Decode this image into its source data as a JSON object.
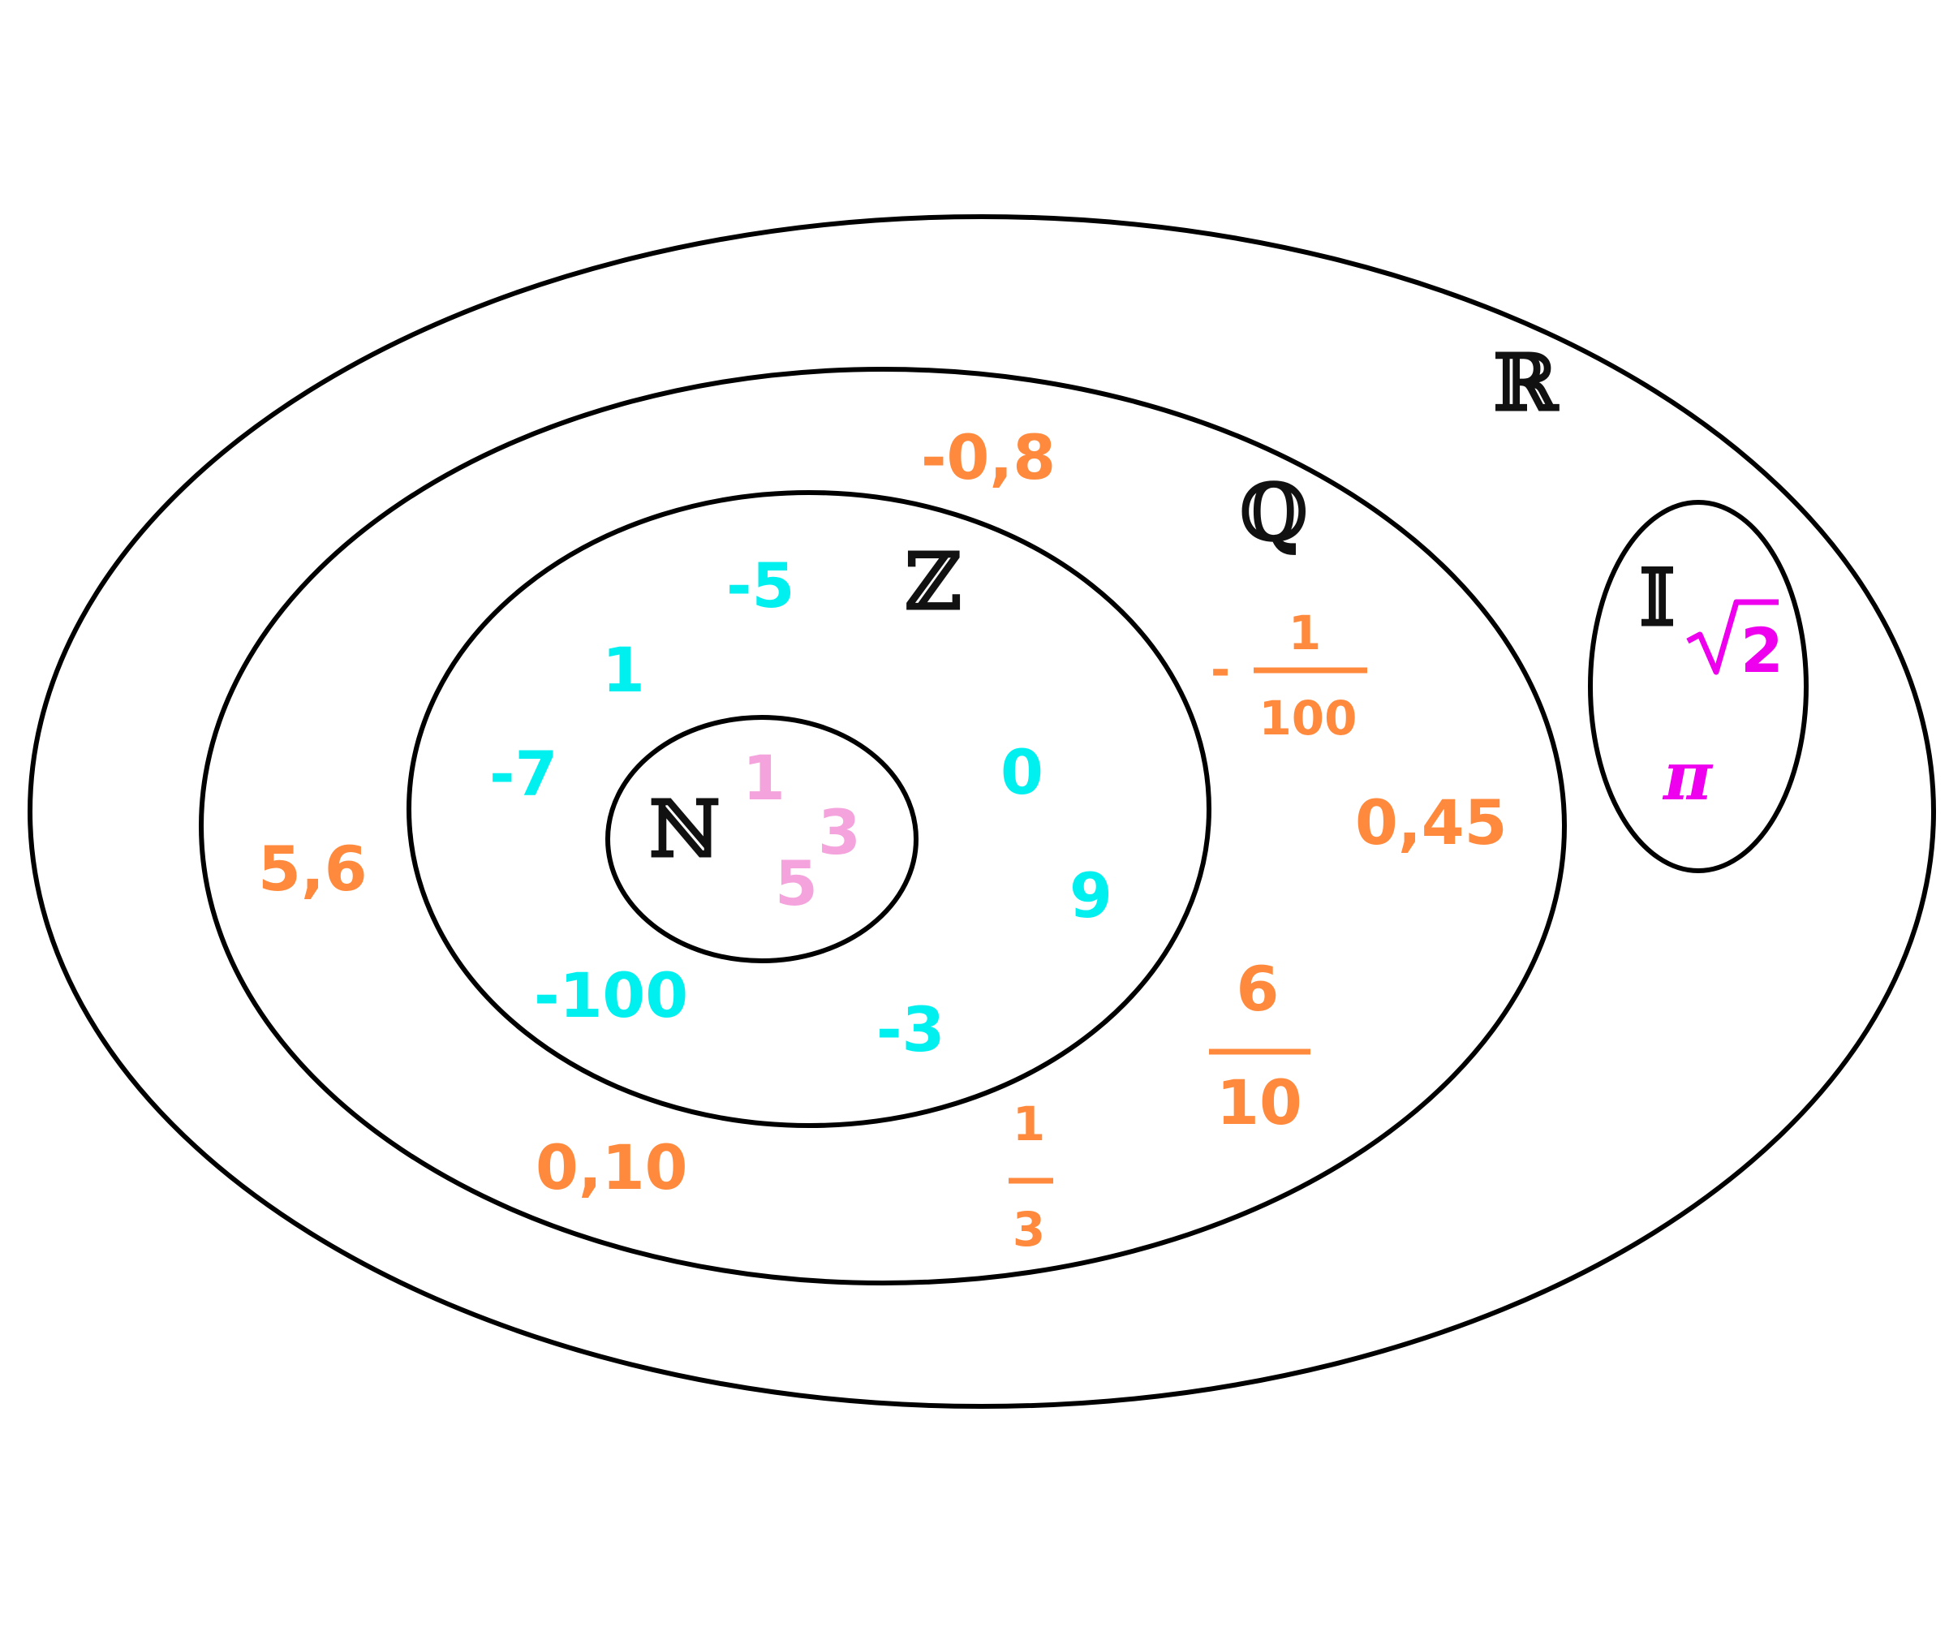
{
  "colors": {
    "outline": "#000000",
    "naturals": "#f4a3dc",
    "integers": "#00f0f0",
    "rationals": "#ff8a3d",
    "irrationals": "#ee00ee"
  },
  "sets": {
    "reals": {
      "label": "ℝ"
    },
    "rationals": {
      "label": "ℚ"
    },
    "integers": {
      "label": "ℤ"
    },
    "naturals": {
      "label": "ℕ"
    },
    "irrationals": {
      "label": "𝕀"
    }
  },
  "naturals_elements": [
    "1",
    "3",
    "5"
  ],
  "integers_elements": [
    "-5",
    "1",
    "-7",
    "0",
    "9",
    "-100",
    "-3"
  ],
  "rationals_elements": {
    "decimals": [
      "-0,8",
      "0,45",
      "5,6",
      "0,10"
    ],
    "neg_fraction": {
      "sign": "-",
      "numerator": "1",
      "denominator": "100"
    },
    "fraction_6_10": {
      "numerator": "6",
      "denominator": "10"
    },
    "fraction_1_3": {
      "numerator": "1",
      "denominator": "3"
    }
  },
  "irrationals_elements": {
    "sqrt_radicand": "2",
    "pi": "π"
  }
}
